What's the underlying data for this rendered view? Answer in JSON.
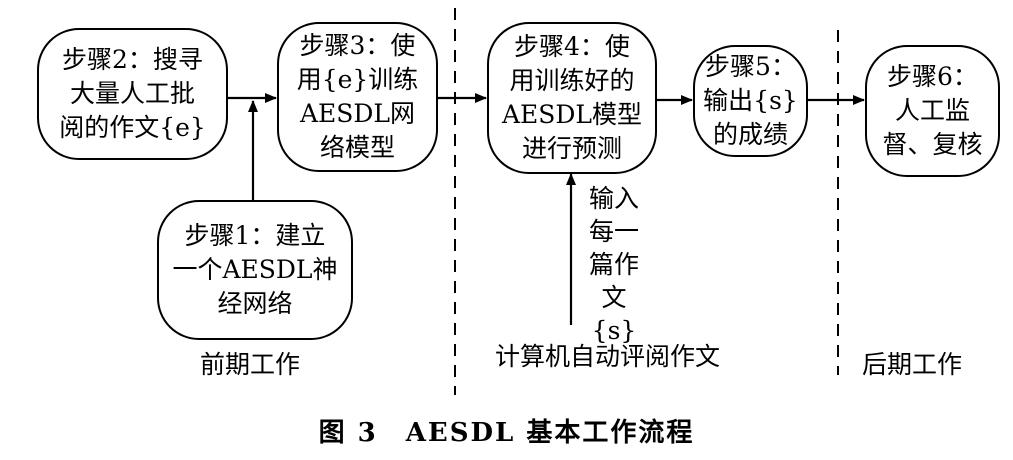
{
  "steps": [
    {
      "id": "step2",
      "text": "步骤2：搜寻\n大量人工批\n阅的作文{e}"
    },
    {
      "id": "step3",
      "text": "步骤3：使\n用{e}训练\nAESDL网\n络模型"
    },
    {
      "id": "step1",
      "text": "步骤1：建立\n一个AESDL神\n经网络"
    },
    {
      "id": "step4",
      "text": "步骤4：使\n用训练好的\nAESDL模型\n进行预测"
    },
    {
      "id": "step5",
      "text": "步骤5：\n输出{s}\n的成绩"
    },
    {
      "id": "step6",
      "text": "步骤6：\n人工监\n督、复核"
    }
  ],
  "input_label": "输入\n每一\n篇作\n文{s}",
  "sections": {
    "early": "前期工作",
    "auto": "计算机自动评阅作文",
    "late": "后期工作"
  },
  "caption": "图 3　AESDL 基本工作流程"
}
